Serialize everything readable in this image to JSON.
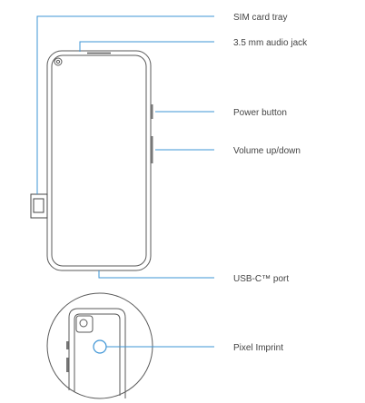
{
  "colors": {
    "outline": "#5a5a5a",
    "leader": "#3e95d6",
    "label": "#444444"
  },
  "labels": {
    "sim_tray": "SIM card tray",
    "audio_jack": "3.5 mm audio jack",
    "power_button": "Power button",
    "volume": "Volume up/down",
    "usb_port": "USB-C™ port",
    "fingerprint": "Pixel Imprint"
  }
}
